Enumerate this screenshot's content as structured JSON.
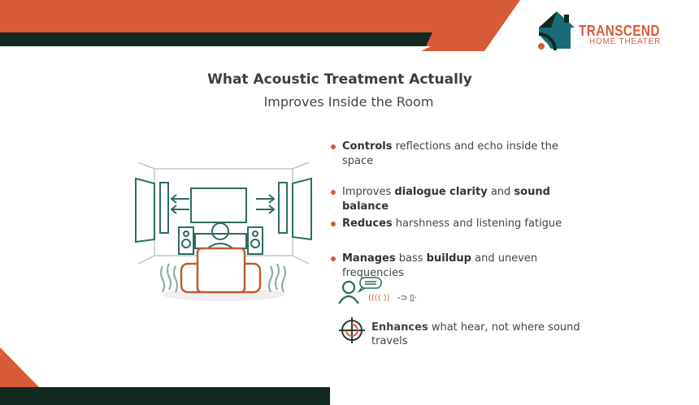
{
  "brand": {
    "name": "TRANSCEND",
    "subtitle": "HOME THEATER"
  },
  "title": {
    "line1": "What Acoustic Treatment Actually",
    "line2": "Improves Inside the Room"
  },
  "bullets": [
    {
      "bold": "Controls",
      "text": " reflections and echo inside the space"
    },
    {
      "pre": "Improves ",
      "bold": "dialogue clarity",
      "mid": " and ",
      "bold2": "sound balance"
    },
    {
      "bold": "Reduces",
      "text": " harshness and listening fatigue"
    },
    {
      "bold": "Manages",
      "mid": " bass ",
      "bold2": "buildup",
      "text": " and uneven frequencies"
    }
  ],
  "enhances": {
    "bold": "Enhances",
    "text": " what hear, not where sound travels"
  },
  "colors": {
    "orange": "#d75b37",
    "dark": "#12291f",
    "teal": "#2e6b63"
  }
}
